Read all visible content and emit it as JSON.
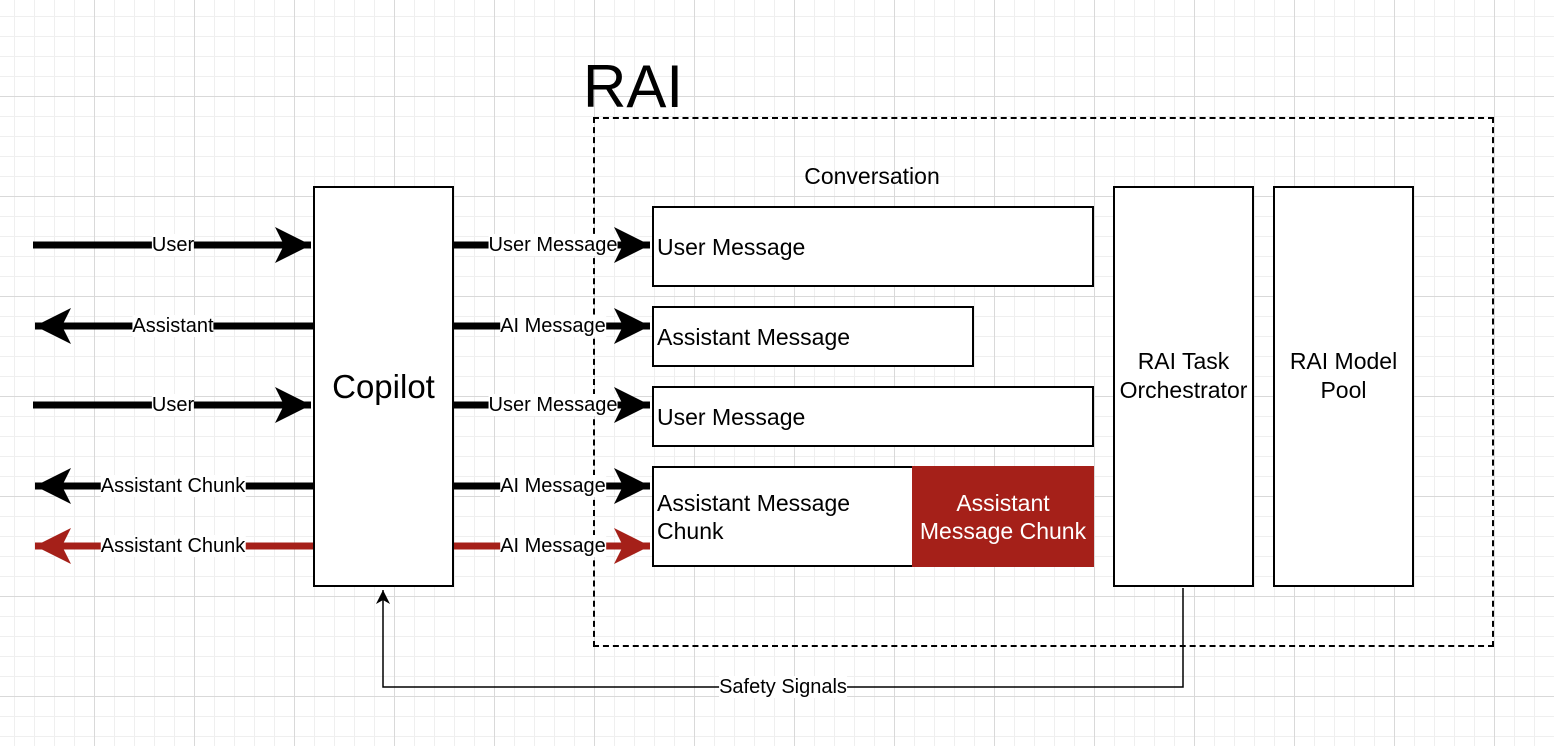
{
  "title": "RAI",
  "conversation_label": "Conversation",
  "copilot": "Copilot",
  "conversation_messages": [
    {
      "text": "User Message"
    },
    {
      "text": "Assistant Message"
    },
    {
      "text": "User Message"
    },
    {
      "text": "Assistant Message Chunk"
    },
    {
      "text": "Assistant Message Chunk",
      "highlight_color": "#a52019"
    }
  ],
  "rai_task_orchestrator": "RAI Task Orchestrator",
  "rai_model_pool": "RAI Model Pool",
  "external_edges": [
    {
      "label": "User",
      "direction": "in",
      "color": "#000000"
    },
    {
      "label": "Assistant",
      "direction": "out",
      "color": "#000000"
    },
    {
      "label": "User",
      "direction": "in",
      "color": "#000000"
    },
    {
      "label": "Assistant Chunk",
      "direction": "out",
      "color": "#000000"
    },
    {
      "label": "Assistant Chunk",
      "direction": "out",
      "color": "#a52019"
    }
  ],
  "copilot_to_conversation_edges": [
    {
      "label": "User Message",
      "color": "#000000"
    },
    {
      "label": "AI Message",
      "color": "#000000"
    },
    {
      "label": "User Message",
      "color": "#000000"
    },
    {
      "label": "AI Message",
      "color": "#000000"
    },
    {
      "label": "AI Message",
      "color": "#a52019"
    }
  ],
  "feedback_edge": {
    "label": "Safety Signals",
    "from": "RAI Task Orchestrator",
    "to": "Copilot"
  }
}
